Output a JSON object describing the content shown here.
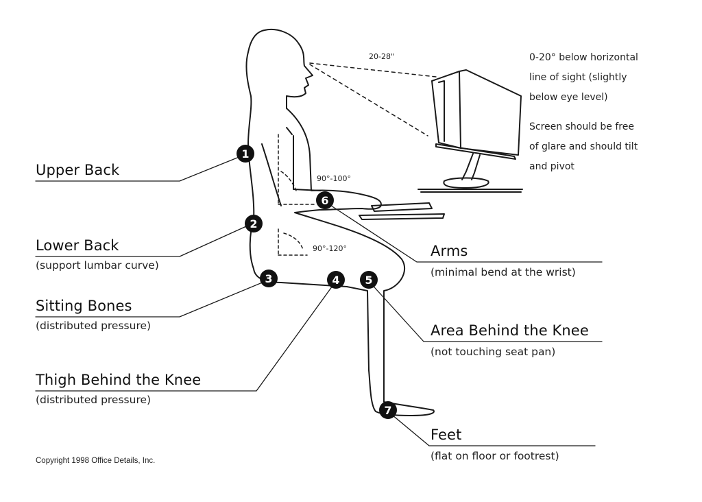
{
  "distance_label": "20-28\"",
  "angle_elbow": "90°-100°",
  "angle_hip": "90°-120°",
  "monitor_note": {
    "line1": "0-20° below horizontal",
    "line2": "line of sight (slightly",
    "line3": "below eye level)",
    "line4": "Screen should be free",
    "line5": "of glare and should tilt",
    "line6": "and pivot"
  },
  "points": [
    {
      "num": "1",
      "label": "Upper Back",
      "sub": ""
    },
    {
      "num": "2",
      "label": "Lower Back",
      "sub": "(support lumbar curve)"
    },
    {
      "num": "3",
      "label": "Sitting Bones",
      "sub": "(distributed pressure)"
    },
    {
      "num": "4",
      "label": "Thigh Behind the Knee",
      "sub": "(distributed pressure)"
    },
    {
      "num": "5",
      "label": "Area Behind the Knee",
      "sub": "(not touching seat pan)"
    },
    {
      "num": "6",
      "label": "Arms",
      "sub": "(minimal bend at the wrist)"
    },
    {
      "num": "7",
      "label": "Feet",
      "sub": "(flat on floor or footrest)"
    }
  ],
  "copyright": "Copyright 1998 Office Details, Inc.",
  "colors": {
    "line": "#1a1a1a",
    "marker": "#111111",
    "marker_text": "#ffffff"
  }
}
